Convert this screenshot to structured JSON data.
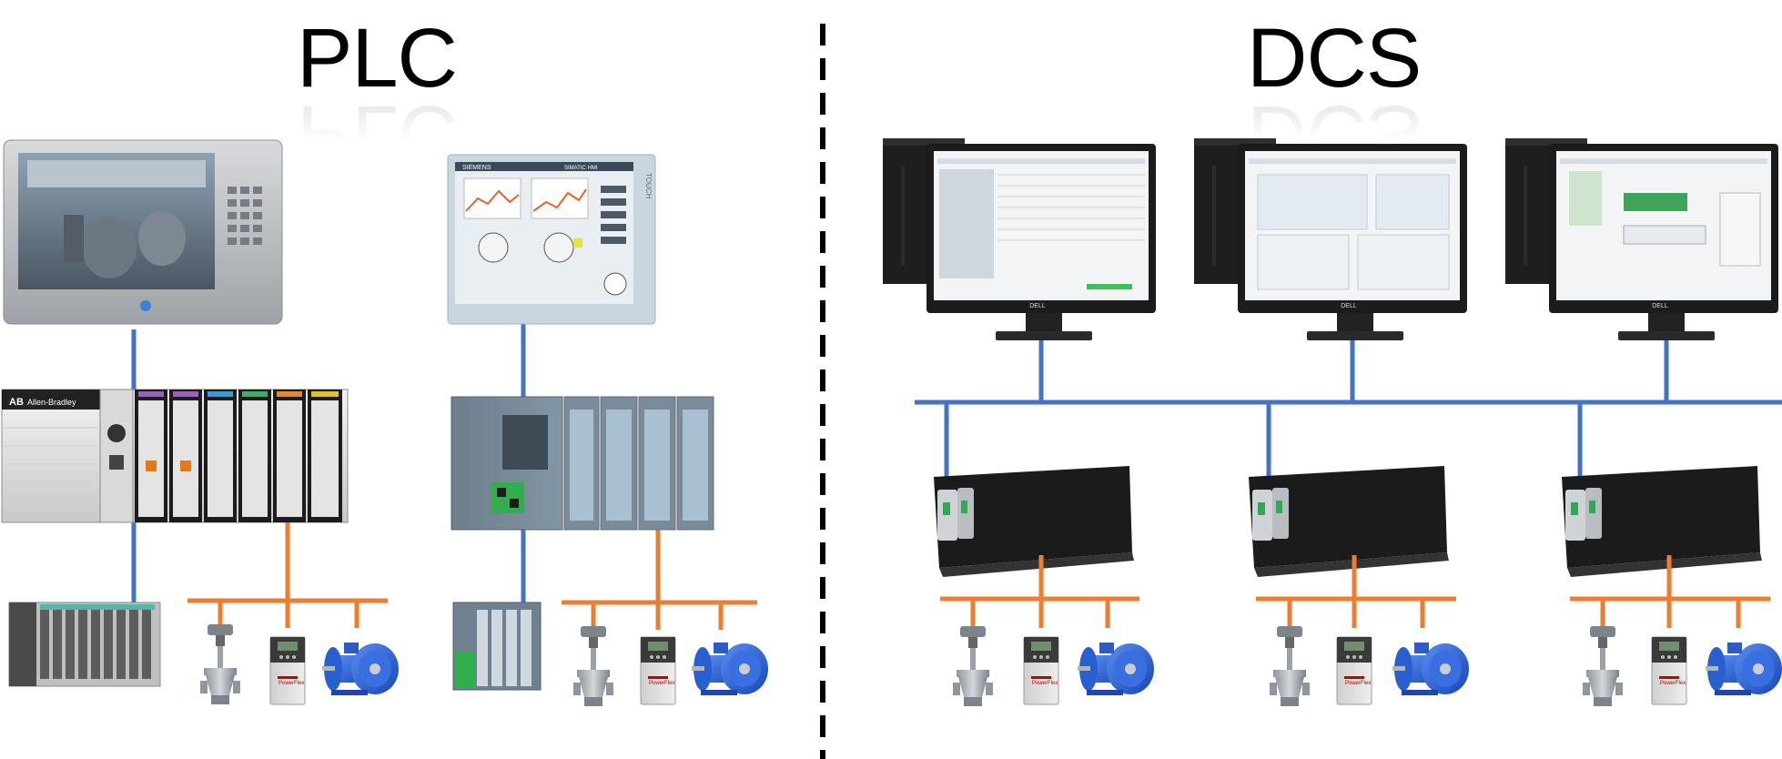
{
  "left": {
    "title": "PLC"
  },
  "right": {
    "title": "DCS"
  },
  "labels": {
    "ab_brand_line1": "AB",
    "ab_brand_line2": "Allen-Bradley",
    "siemens_brand": "SIEMENS",
    "simatic_hmi": "SIMATIC HMI",
    "touch": "TOUCH",
    "dell": "DELL",
    "powerflex": "PowerFlex"
  },
  "colors": {
    "control_network": "#4472c4",
    "field_network": "#ed7d31",
    "divider": "#000000"
  }
}
